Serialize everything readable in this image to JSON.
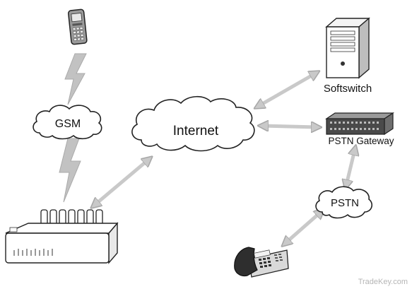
{
  "labels": {
    "gsm": "GSM",
    "internet": "Internet",
    "softswitch": "Softswitch",
    "pstn_gateway": "PSTN Gateway",
    "pstn": "PSTN"
  },
  "watermark": "TradeKey.com",
  "colors": {
    "arrow_fill": "#c9c9c9",
    "arrow_stroke": "#a8a8a8",
    "bolt_fill": "#c2c2c2",
    "outline": "#222222"
  },
  "icons": [
    "mobile-phone-icon",
    "gsm-gateway-device-icon",
    "server-tower-icon",
    "rack-gateway-icon",
    "desk-phone-icon"
  ]
}
